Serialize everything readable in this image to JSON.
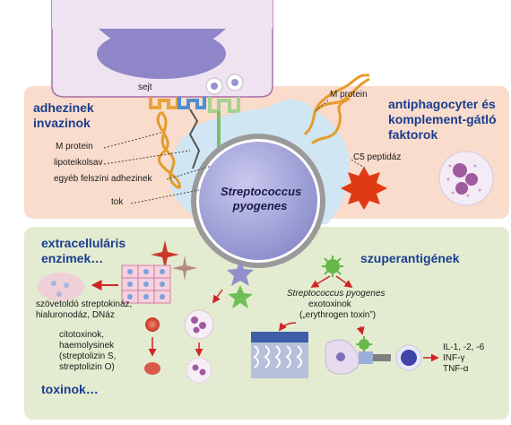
{
  "labels": {
    "cell": "sejt",
    "adhesins_line1": "adhezinek",
    "adhesins_line2": "invazinok",
    "m_protein_left": "M protein",
    "lipoteichoic": "lipoteikolsav",
    "other_adhesins": "egyéb felszíni adhezinek",
    "capsule": "tok",
    "m_protein_top": "M protein",
    "antiphago_line1": "antiphagocyter és",
    "antiphago_line2": "komplement-gátló",
    "antiphago_line3": "faktorok",
    "c5_peptidase": "C5 peptidáz",
    "bacterium_line1": "Streptococcus",
    "bacterium_line2": "pyogenes",
    "extracell_line1": "extracelluláris",
    "extracell_line2": "enzimek…",
    "enzymes_line1": "szövetoldó streptokináz,",
    "enzymes_line2": "hialuronodáz, DNáz",
    "toxins_line1": "citotoxinok,",
    "toxins_line2": "haemolysinek",
    "toxins_line3": "(streptolizin S,",
    "toxins_line4": "streptolizin O)",
    "toxins_head": "toxinok…",
    "superantigens": "szuperantigének",
    "exotoxin_line1": "Streptococcus pyogenes",
    "exotoxin_line2": "exotoxinok",
    "exotoxin_line3": "(„erythrogen toxin”)",
    "cytokine_line1": "IL-1, -2, -6",
    "cytokine_line2": "INF-γ",
    "cytokine_line3": "TNF-α"
  },
  "colors": {
    "top_panel": "#f9dccb",
    "bottom_panel": "#e3ecd0",
    "heading": "#1a3d8f",
    "bacterium": "#a9a9dc",
    "capsule_ring": "#8f8f8f",
    "host_cell": "#efe3f2",
    "m_protein": "#e59b2e",
    "c5_peptidase": "#e03a12",
    "arrow": "#d22424"
  }
}
